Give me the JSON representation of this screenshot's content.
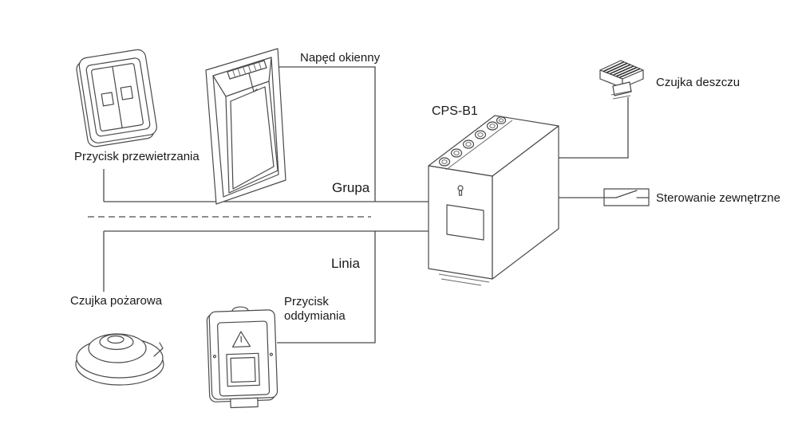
{
  "diagram": {
    "panel_label": "CPS-B1",
    "bus_labels": {
      "group": "Grupa",
      "line": "Linia"
    },
    "devices": {
      "ventilation_button": "Przycisk przewietrzania",
      "window_drive": "Napęd okienny",
      "rain_sensor": "Czujka deszczu",
      "external_control": "Sterowanie zewnętrzne",
      "fire_detector": "Czujka pożarowa",
      "smoke_button_line1": "Przycisk",
      "smoke_button_line2": "oddymiania"
    },
    "colors": {
      "stroke": "#4a4a4a",
      "text": "#1a1a1a",
      "background": "#ffffff"
    }
  }
}
